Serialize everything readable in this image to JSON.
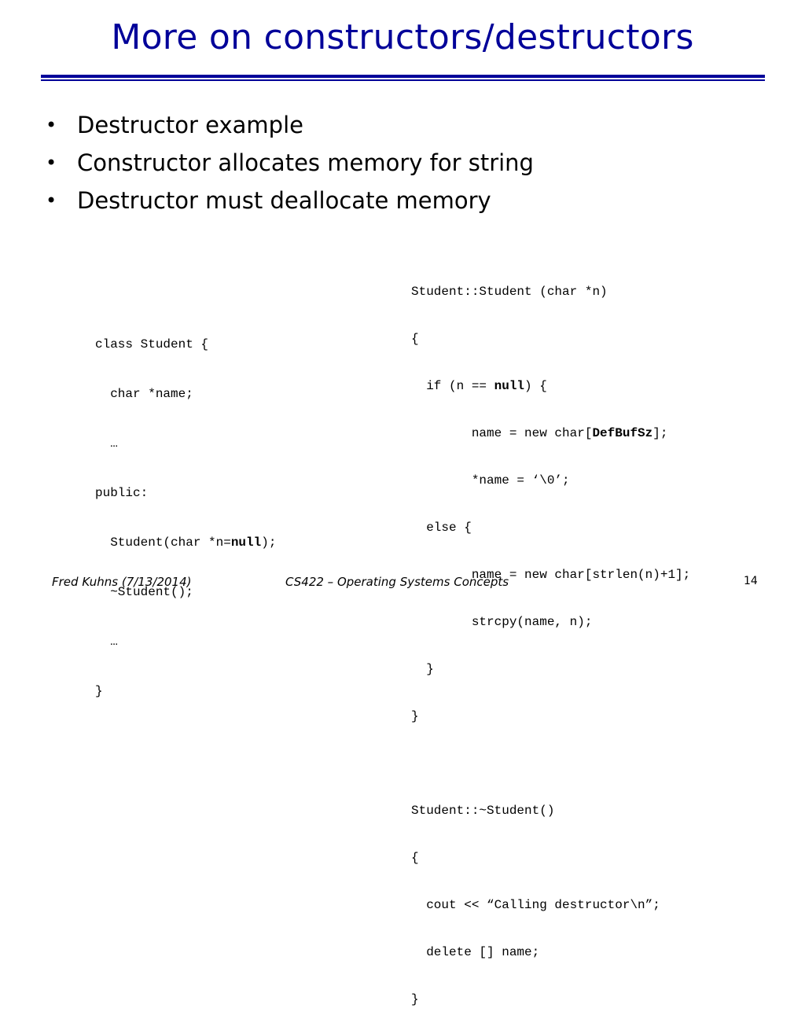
{
  "title": "More on constructors/destructors",
  "bullets": [
    "Destructor example",
    "Constructor allocates memory for string",
    "Destructor must deallocate memory"
  ],
  "class_code": {
    "line1": "class Student {",
    "line2": "  char *name;",
    "line3": "  …",
    "line4": "public:",
    "line5_a": "  Student(char *n=",
    "line5_b": "null",
    "line5_c": ");",
    "line6": "  ~Student();",
    "line7": "  …",
    "line8": "}"
  },
  "impl_code": {
    "l1": "Student::Student (char *n)",
    "l2": "{",
    "l3_a": "  if (n == ",
    "l3_b": "null",
    "l3_c": ") {",
    "l4_a": "        name = new char[",
    "l4_b": "DefBufSz",
    "l4_c": "];",
    "l5": "        *name = ‘\\0’;",
    "l6": "  else {",
    "l7": "        name = new char[strlen(n)+1];",
    "l8": "        strcpy(name, n);",
    "l9": "  }",
    "l10": "}",
    "l11": "",
    "l12": "Student::~Student()",
    "l13": "{",
    "l14": "  cout << “Calling destructor\\n”;",
    "l15": "  delete [] name;",
    "l16": "}"
  },
  "footer": {
    "author": "Fred Kuhns (7/13/2014)",
    "course": "CS422 – Operating Systems Concepts",
    "page": "14"
  }
}
